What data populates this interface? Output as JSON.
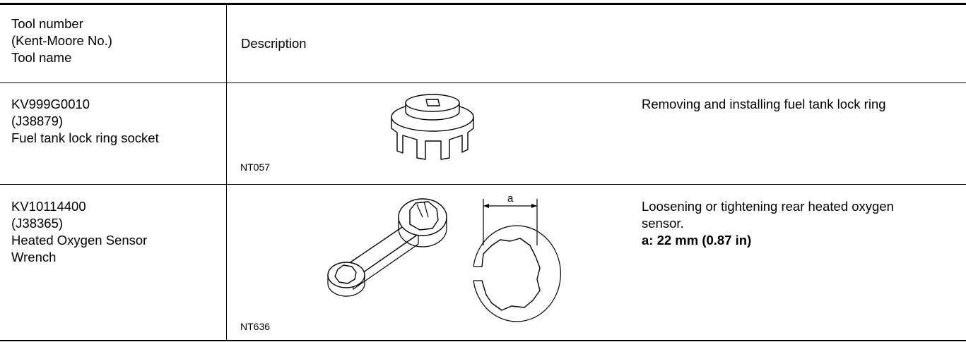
{
  "header": {
    "tool_lines": [
      "Tool number",
      "(Kent-Moore No.)",
      "Tool name"
    ],
    "description": "Description"
  },
  "rows": [
    {
      "tool_number": "KV999G0010",
      "kent_moore": "(J38879)",
      "tool_name_lines": [
        "Fuel tank lock ring socket"
      ],
      "figure_code": "NT057",
      "figure_icon": "lock-ring-socket-illustration",
      "description_lines": [
        "Removing and installing fuel tank lock ring"
      ],
      "dimension_note": ""
    },
    {
      "tool_number": "KV10114400",
      "kent_moore": "(J38365)",
      "tool_name_lines": [
        "Heated Oxygen Sensor",
        "Wrench"
      ],
      "figure_code": "NT636",
      "figure_icon": "oxygen-sensor-wrench-illustration",
      "figure_dimension_label": "a",
      "description_lines": [
        "Loosening or tightening rear heated oxygen",
        "sensor."
      ],
      "dimension_note": "a: 22 mm (0.87 in)"
    }
  ]
}
